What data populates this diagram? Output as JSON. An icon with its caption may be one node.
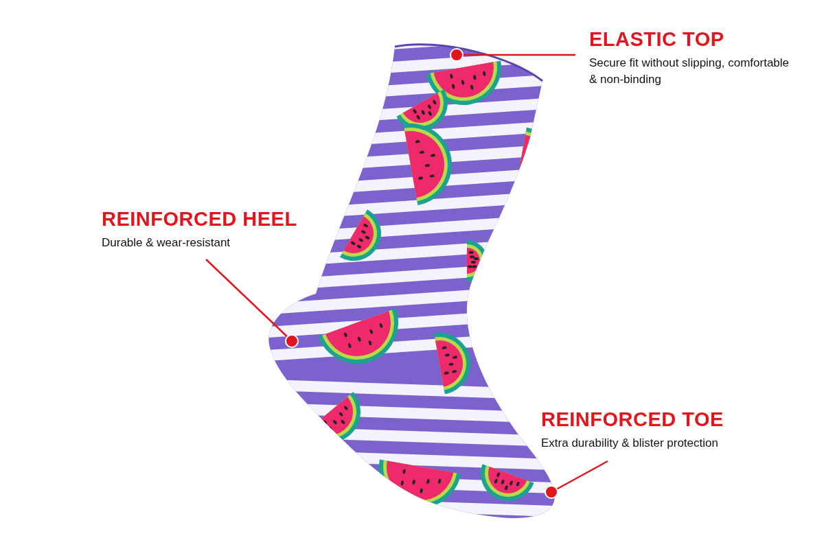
{
  "diagram": {
    "nodes": [
      {
        "text": [
          "ELASTIC TOP",
          "Secure fit without slipping, comfortable & non-binding"
        ]
      },
      {
        "text": [
          "REINFORCED HEEL",
          "Durable & wear-resistant"
        ]
      },
      {
        "text": [
          "REINFORCED TOE",
          "Extra durability & blister protection"
        ]
      }
    ],
    "edges": [
      {
        "from": 0,
        "to": null,
        "arrow": "other"
      },
      {
        "from": 1,
        "to": null,
        "arrow": "other"
      },
      {
        "from": 2,
        "to": null,
        "arrow": "other"
      }
    ]
  }
}
